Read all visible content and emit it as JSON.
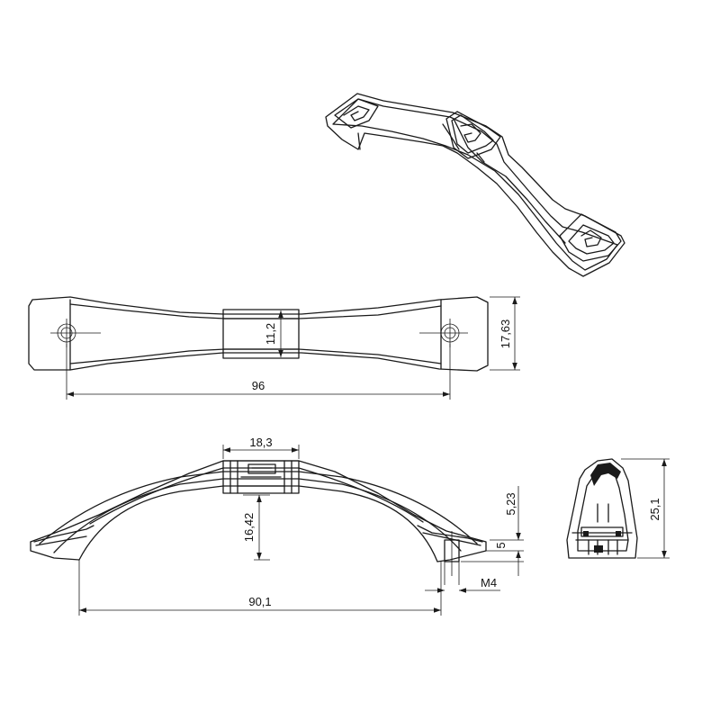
{
  "colors": {
    "line": "#1a1a1a",
    "background": "#ffffff"
  },
  "dimensions": {
    "hole_spacing": "96",
    "inner_width": "11,2",
    "end_width": "17,63",
    "center_width": "18,3",
    "arch_height": "16,42",
    "spacing_front": "90,1",
    "boss_offset": "5,23",
    "boss_height": "5",
    "thread": "M4",
    "total_height": "25,1"
  }
}
